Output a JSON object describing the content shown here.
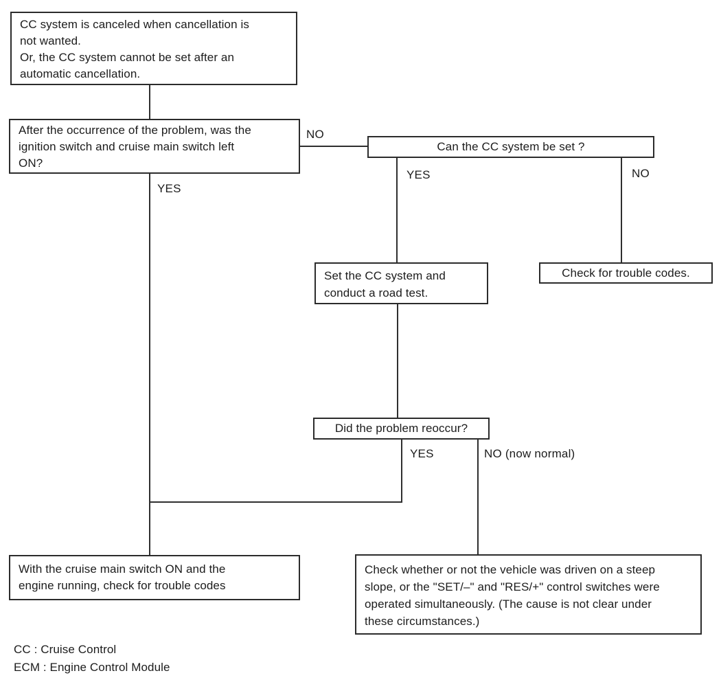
{
  "nodes": {
    "symptom": {
      "lines": [
        "CC system is canceled when cancellation is",
        "not wanted.",
        "Or, the CC system cannot be set after an",
        "automatic cancellation."
      ]
    },
    "ignition_question": {
      "lines": [
        "After the occurrence of the problem, was the",
        "ignition switch and cruise main switch left",
        "ON?"
      ]
    },
    "can_set_question": {
      "label": "Can the CC system be set ?"
    },
    "road_test": {
      "lines": [
        "Set the CC system and",
        "conduct a road test."
      ]
    },
    "trouble_codes": {
      "label": "Check for trouble codes."
    },
    "reoccur_question": {
      "label": "Did the problem reoccur?"
    },
    "codes_engine_running": {
      "lines": [
        "With the cruise main switch ON and the",
        "engine running, check for trouble codes"
      ]
    },
    "steep_slope": {
      "lines": [
        "Check whether or not the vehicle was driven on a steep",
        "slope, or the \"SET/–\" and \"RES/+\" control switches were",
        "operated simultaneously. (The cause is not clear under",
        "these circumstances.)"
      ]
    }
  },
  "edge_labels": {
    "ignition_no": "NO",
    "ignition_yes": "YES",
    "can_set_yes": "YES",
    "can_set_no": "NO",
    "reoccur_yes": "YES",
    "reoccur_no": "NO (now normal)"
  },
  "legend": {
    "cc": "CC : Cruise Control",
    "ecm": "ECM : Engine Control Module"
  },
  "colors": {
    "background": "#ffffff",
    "border": "#2b2b2b",
    "line": "#2e2e2e",
    "text": "#1c1c1c"
  }
}
